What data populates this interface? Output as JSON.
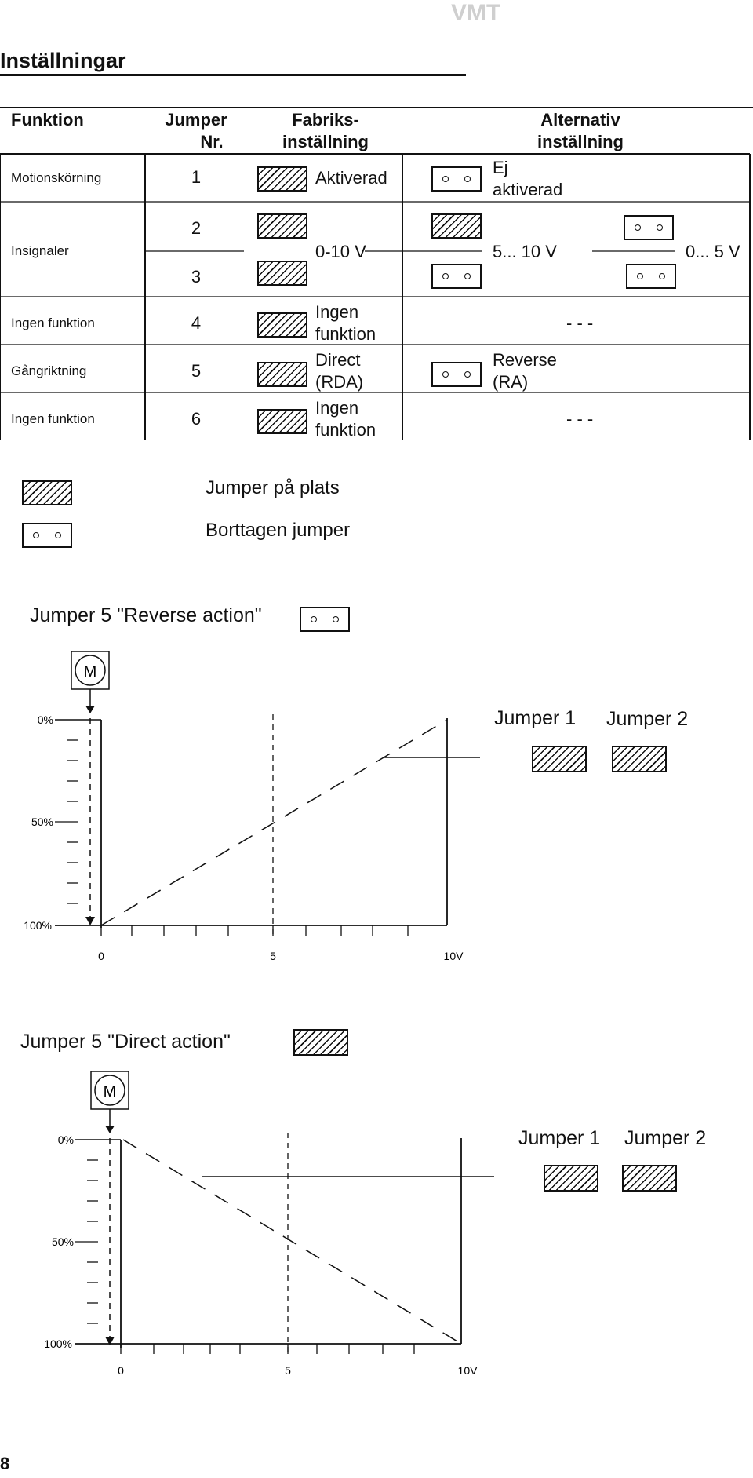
{
  "brand": "VMT",
  "title": "Inställningar",
  "table": {
    "headers": {
      "funktion": "Funktion",
      "jumper_l1": "Jumper",
      "jumper_l2": "Nr.",
      "fabrik_l1": "Fabriks-",
      "fabrik_l2": "inställning",
      "alt_l1": "Alternativ",
      "alt_l2": "inställning"
    },
    "rows": {
      "motion": {
        "label": "Motionskörning",
        "nr": "1",
        "factory": "Aktiverad",
        "alt_l1": "Ej",
        "alt_l2": "aktiverad"
      },
      "insignaler": {
        "label": "Insignaler",
        "nr_a": "2",
        "nr_b": "3",
        "factory": "0-10 V",
        "alt_a": "5... 10 V",
        "alt_b": "0... 5  V"
      },
      "ingen1": {
        "label": "Ingen funktion",
        "nr": "4",
        "factory_l1": "Ingen",
        "factory_l2": "funktion",
        "alt": "- - -"
      },
      "gang": {
        "label": "Gångriktning",
        "nr": "5",
        "factory_l1": "Direct",
        "factory_l2": "(RDA)",
        "alt_l1": "Reverse",
        "alt_l2": "(RA)"
      },
      "ingen2": {
        "label": "Ingen funktion",
        "nr": "6",
        "factory_l1": "Ingen",
        "factory_l2": "funktion",
        "alt": "- - -"
      }
    }
  },
  "legend": {
    "on": "Jumper på plats",
    "off": "Borttagen jumper"
  },
  "diagram_reverse": {
    "title": "Jumper 5 \"Reverse action\"",
    "motor": "M",
    "y_ticks": [
      "0%",
      "50%",
      "100%"
    ],
    "x_ticks": [
      "0",
      "5",
      "10V"
    ],
    "jumper1": "Jumper 1",
    "jumper2": "Jumper 2"
  },
  "diagram_direct": {
    "title": "Jumper 5 \"Direct action\"",
    "motor": "M",
    "y_ticks": [
      "0%",
      "50%",
      "100%"
    ],
    "x_ticks": [
      "0",
      "5",
      "10V"
    ],
    "jumper1": "Jumper 1",
    "jumper2": "Jumper 2"
  },
  "page_number": "8"
}
